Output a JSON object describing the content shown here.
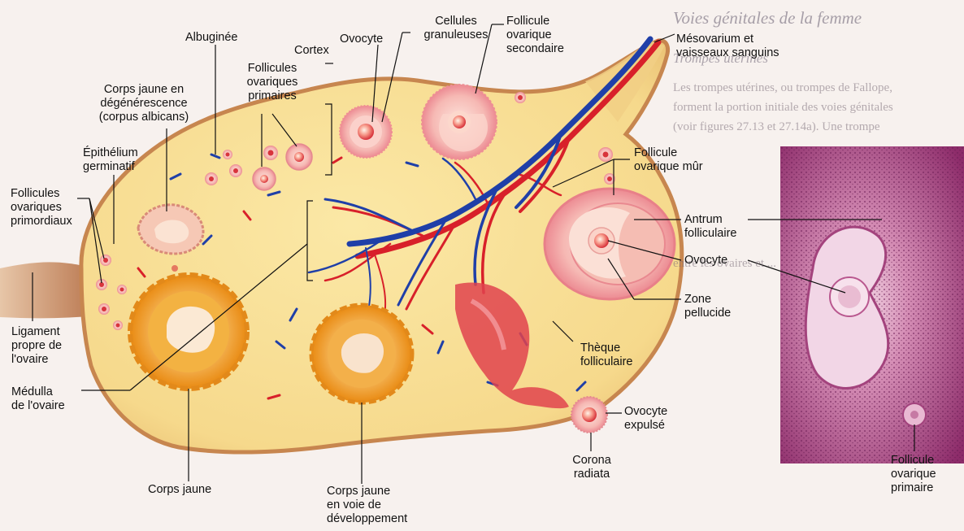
{
  "labels": {
    "ovocyte_top": "Ovocyte",
    "cellules_granuleuses": "Cellules\ngranuleuses",
    "follicule_secondaire": "Follicule\novarique\nsecondaire",
    "mesovarium": "Mésovarium et\nvaisseaux sanguins",
    "albuginee": "Albuginée",
    "cortex": "Cortex",
    "corps_jaune_degenerescence": "Corps jaune en\ndégénérescence\n(corpus albicans)",
    "follicules_primaires": "Follicules\novariques\nprimaires",
    "epithelium": "Épithélium\ngerminatif",
    "follicules_primordiaux": "Follicules\novariques\nprimordiaux",
    "ligament": "Ligament\npropre de\nl'ovaire",
    "medulla": "Médulla\nde l'ovaire",
    "corps_jaune": "Corps jaune",
    "corps_jaune_developpement": "Corps jaune\nen voie de\ndéveloppement",
    "corona_radiata": "Corona\nradiata",
    "ovocyte_expulse": "Ovocyte\nexpulsé",
    "theque": "Thèque\nfolliculaire",
    "zone_pellucide": "Zone\npellucide",
    "ovocyte_right": "Ovocyte",
    "antrum": "Antrum\nfolliculaire",
    "follicule_mur": "Follicule\novarique mûr",
    "follicule_primaire_micro": "Follicule\novarique\nprimaire"
  },
  "background_text": {
    "title": "Voies génitales de la femme",
    "subtitle": "Trompes utérines",
    "paragraph": "Les trompes utérines, ou trompes de Fallope,\nforment la portion initiale des voies génitales\n(voir figures 27.13 et 27.14a). Une trompe\n\n\n\n\n\n\nentre les ovaires et ..."
  },
  "colors": {
    "ovary_stroma": "#f7d98a",
    "ovary_edge": "#c98a5a",
    "artery": "#d8202a",
    "vein": "#1f3fa8",
    "follicle_pink": "#f2a0a6",
    "corpus_luteum": "#f2a21e",
    "micrograph": "#b0508a"
  }
}
